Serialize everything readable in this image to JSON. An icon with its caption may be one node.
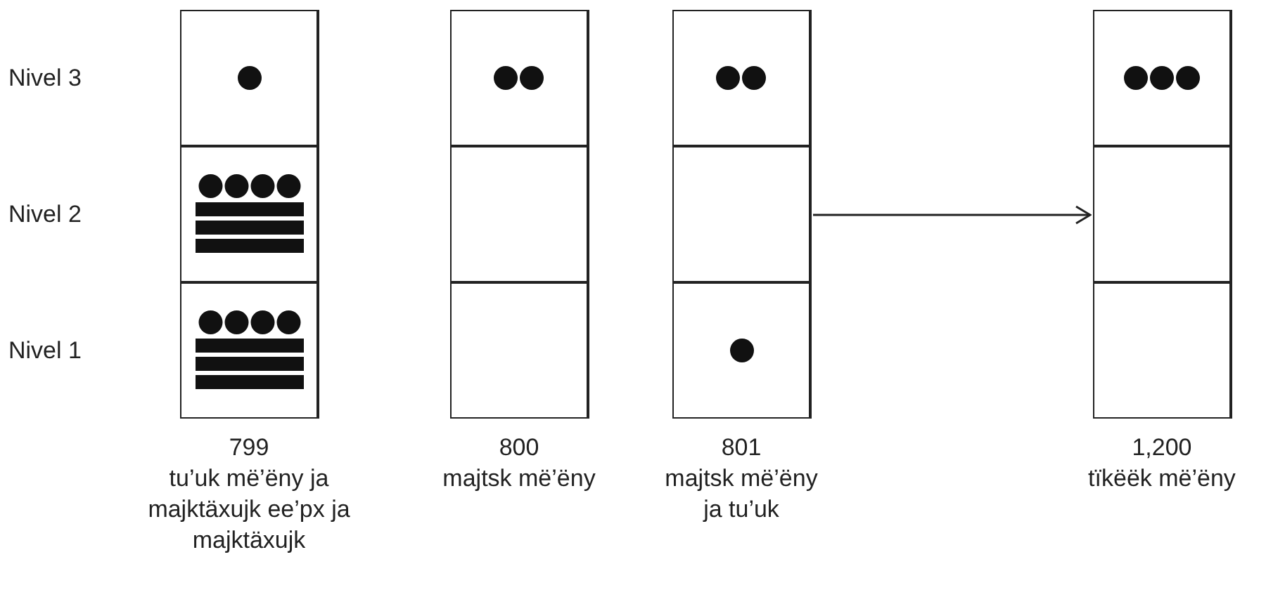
{
  "diagram": {
    "nodes": [
      {
        "text": [],
        "shape": "box",
        "beside": [
          "799",
          "tu’uk më’ëny ja majktäxujk ee’px ja majktäxujk"
        ]
      },
      {
        "text": [],
        "shape": "box",
        "in": 0
      },
      {
        "text": [],
        "shape": "box",
        "in": 0
      },
      {
        "text": [],
        "shape": "box",
        "in": 0
      },
      {
        "text": [],
        "shape": "box",
        "beside": [
          "800",
          "majtsk më’ëny"
        ]
      },
      {
        "text": [],
        "shape": "box",
        "in": 4
      },
      {
        "text": [],
        "shape": "box",
        "in": 4
      },
      {
        "text": [],
        "shape": "box",
        "in": 4
      },
      {
        "text": [],
        "shape": "box",
        "beside": [
          "801",
          "majtsk më’ëny ja tu’uk"
        ]
      },
      {
        "text": [],
        "shape": "box",
        "in": 8
      },
      {
        "text": [],
        "shape": "box",
        "in": 8
      },
      {
        "text": [],
        "shape": "box",
        "in": 8
      },
      {
        "text": [],
        "shape": "box",
        "beside": [
          "1,200",
          "tïkëëk më’ëny"
        ]
      },
      {
        "text": [],
        "shape": "box",
        "in": 12
      },
      {
        "text": [],
        "shape": "box",
        "in": 12
      },
      {
        "text": [],
        "shape": "box",
        "in": 12
      }
    ],
    "edges": [
      {
        "from": 8,
        "to": 12,
        "arrow": "to"
      }
    ],
    "labels": [
      "Nivel 3",
      "Nivel 2",
      "Nivel 1"
    ]
  }
}
